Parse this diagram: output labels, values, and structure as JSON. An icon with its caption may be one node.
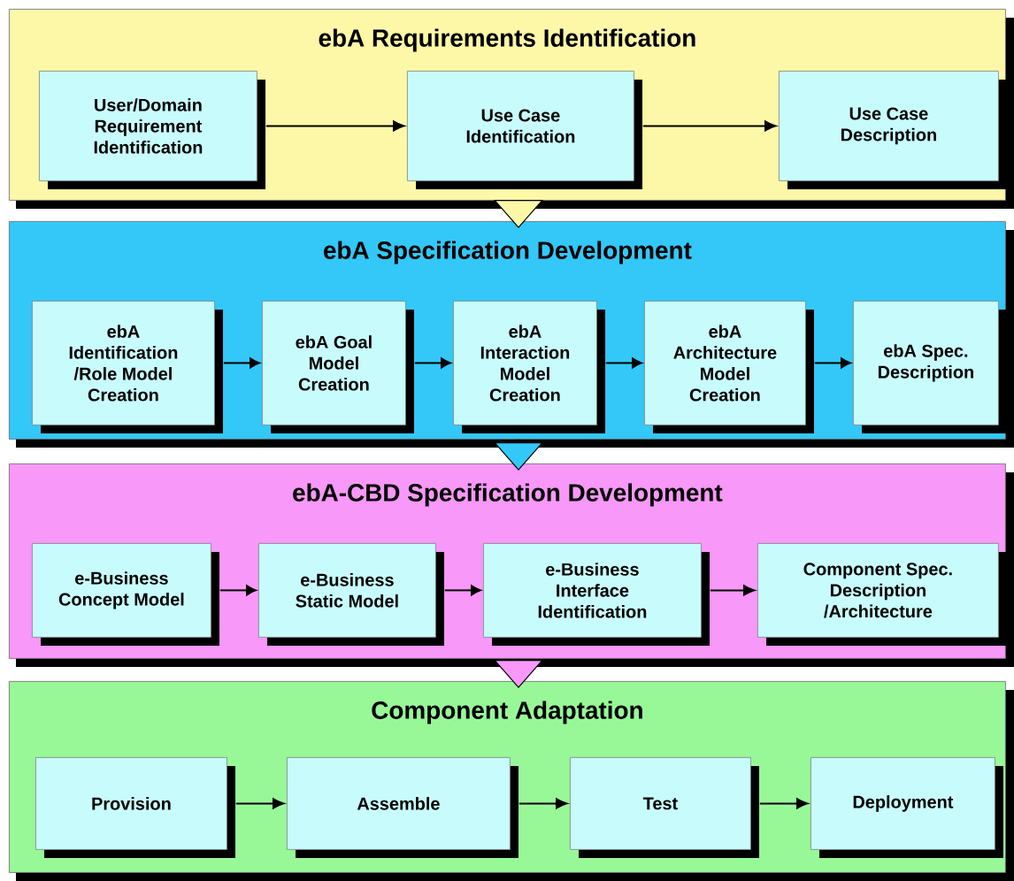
{
  "diagram": {
    "nodes": [
      {
        "text": [
          "ebA Requirements Identification"
        ]
      },
      {
        "text": [
          "User/Domain Requirement Identification"
        ],
        "in": 0
      },
      {
        "text": [
          "Use Case Identification"
        ],
        "in": 0
      },
      {
        "text": [
          "Use Case Description"
        ],
        "in": 0
      },
      {
        "text": [
          "ebA Specification Development"
        ]
      },
      {
        "text": [
          "ebA Identification /Role Model Creation"
        ],
        "in": 4
      },
      {
        "text": [
          "ebA Goal Model Creation"
        ],
        "in": 4
      },
      {
        "text": [
          "ebA Interaction Model Creation"
        ],
        "in": 4
      },
      {
        "text": [
          "ebA Architecture Model Creation"
        ],
        "in": 4
      },
      {
        "text": [
          "ebA Spec. Description"
        ],
        "in": 4
      },
      {
        "text": [
          "ebA-CBD Specification Development"
        ]
      },
      {
        "text": [
          "e-Business Concept Model"
        ],
        "in": 10
      },
      {
        "text": [
          "e-Business Static Model"
        ],
        "in": 10
      },
      {
        "text": [
          "e-Business Interface Identification"
        ],
        "in": 10
      },
      {
        "text": [
          "Component Spec. Description /Architecture"
        ],
        "in": 10
      },
      {
        "text": [
          "Component Adaptation"
        ]
      },
      {
        "text": [
          "Provision"
        ],
        "in": 15
      },
      {
        "text": [
          "Assemble"
        ],
        "in": 15
      },
      {
        "text": [
          "Test"
        ],
        "in": 15
      },
      {
        "text": [
          "Deployment"
        ],
        "in": 15
      }
    ],
    "edges": [
      {
        "from": 1,
        "to": 2,
        "arrow": "to"
      },
      {
        "from": 2,
        "to": 3,
        "arrow": "to"
      },
      {
        "from": 0,
        "to": 4,
        "arrow": "to"
      },
      {
        "from": 5,
        "to": 6,
        "arrow": "to"
      },
      {
        "from": 6,
        "to": 7,
        "arrow": "to"
      },
      {
        "from": 7,
        "to": 8,
        "arrow": "to"
      },
      {
        "from": 8,
        "to": 9,
        "arrow": "to"
      },
      {
        "from": 4,
        "to": 10,
        "arrow": "to"
      },
      {
        "from": 11,
        "to": 12,
        "arrow": "to"
      },
      {
        "from": 12,
        "to": 13,
        "arrow": "to"
      },
      {
        "from": 13,
        "to": 14,
        "arrow": "to"
      },
      {
        "from": 10,
        "to": 15,
        "arrow": "to"
      },
      {
        "from": 16,
        "to": 17,
        "arrow": "to"
      },
      {
        "from": 17,
        "to": 18,
        "arrow": "to"
      },
      {
        "from": 18,
        "to": 19,
        "arrow": "to"
      }
    ]
  }
}
